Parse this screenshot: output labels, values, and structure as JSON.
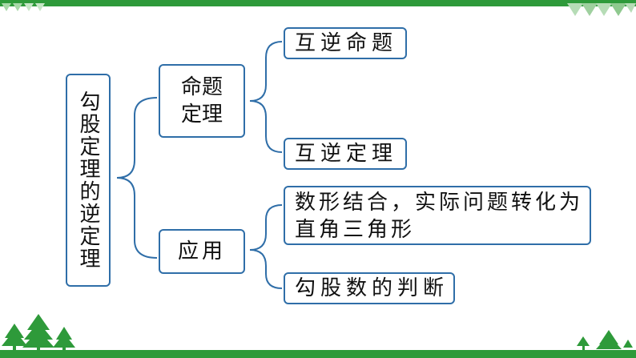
{
  "diagram": {
    "root": {
      "label": "勾股定理的逆定理"
    },
    "branches": [
      {
        "label": "命题定理",
        "label_lines": [
          "命题",
          "定理"
        ],
        "children": [
          {
            "label": "互逆命题"
          },
          {
            "label": "互逆定理"
          }
        ]
      },
      {
        "label": "应用",
        "children": [
          {
            "label": "数形结合，实际问题转化为直角三角形",
            "label_lines": [
              "数形结合，实际问题转化为",
              "直角三角形"
            ]
          },
          {
            "label": "勾股数的判断"
          }
        ]
      }
    ]
  },
  "colors": {
    "box_border": "#2f6ea8",
    "connector": "#2f6ea8",
    "decor_green": "#2e9a3a",
    "decor_light_green": "#8fc98f"
  },
  "decor_icons": [
    "triangle-pattern-icon",
    "tree-icon"
  ]
}
